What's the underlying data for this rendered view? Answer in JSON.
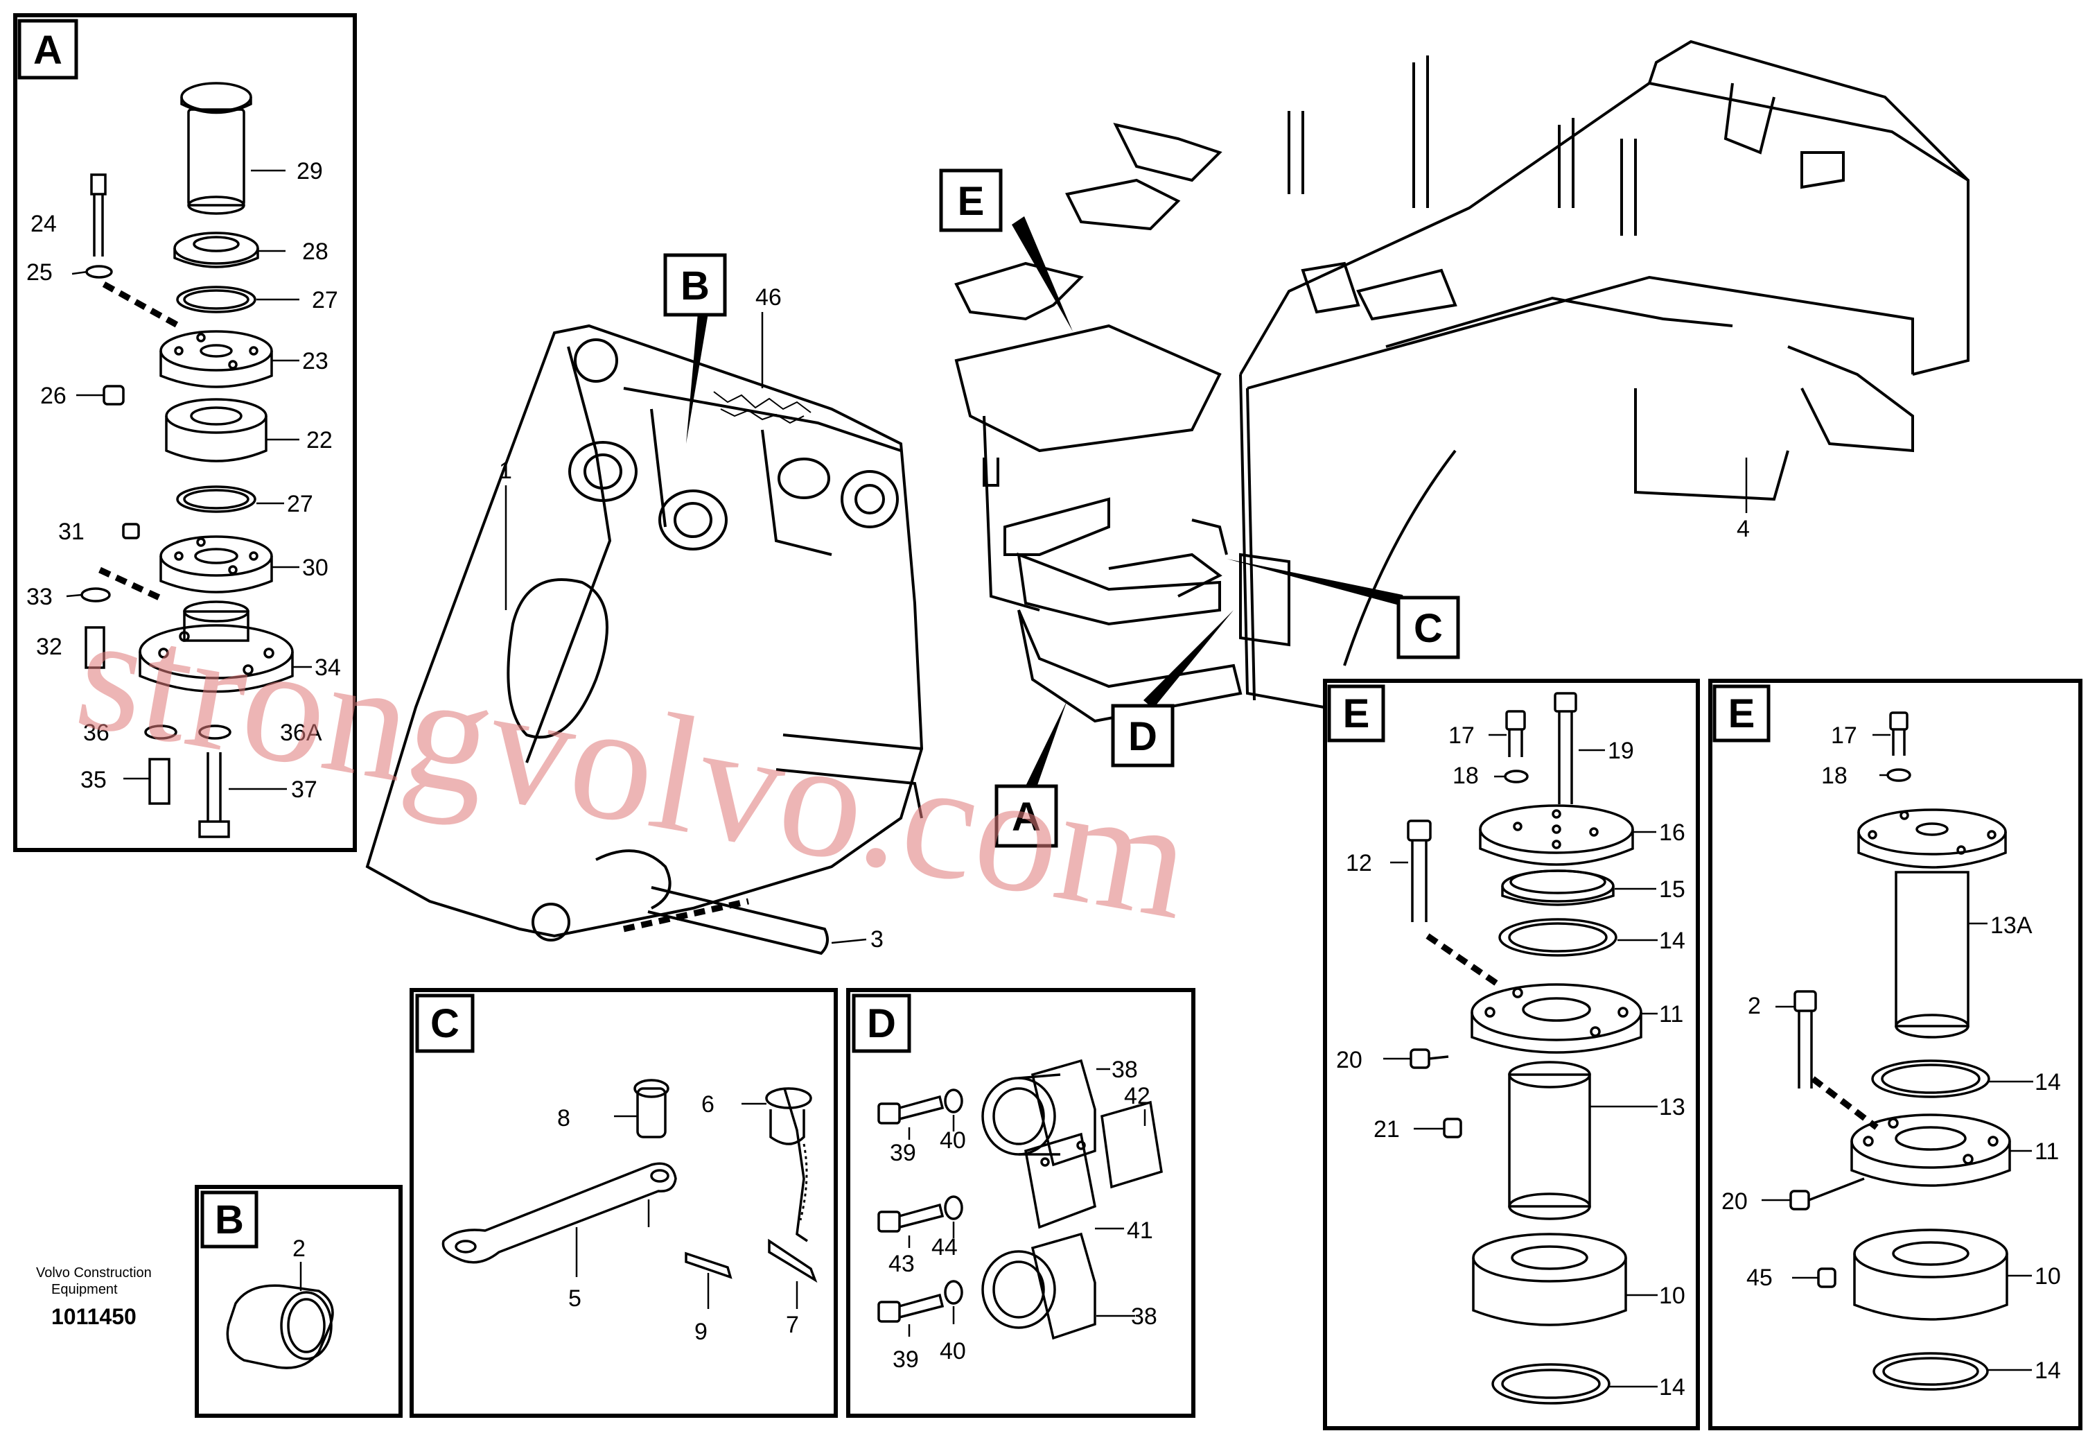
{
  "watermark": "strongvolvo.com",
  "maker": {
    "line1": "Volvo Construction",
    "line2": "Equipment",
    "drawing_no": "1011450"
  },
  "panels": {
    "A": {
      "letter": "A",
      "labels": [
        "29",
        "24",
        "28",
        "25",
        "27",
        "23",
        "26",
        "22",
        "27",
        "31",
        "30",
        "33",
        "32",
        "34",
        "36",
        "36A",
        "35",
        "37"
      ]
    },
    "B": {
      "letter": "B",
      "labels": [
        "2"
      ]
    },
    "C": {
      "letter": "C",
      "labels": [
        "8",
        "6",
        "5",
        "9",
        "7"
      ]
    },
    "D": {
      "letter": "D",
      "labels": [
        "38",
        "39",
        "40",
        "42",
        "41",
        "43",
        "44",
        "38",
        "39",
        "40"
      ]
    },
    "E1": {
      "letter": "E",
      "labels": [
        "17",
        "19",
        "18",
        "16",
        "12",
        "15",
        "14",
        "11",
        "20",
        "13",
        "21",
        "10",
        "14"
      ]
    },
    "E2": {
      "letter": "E",
      "labels": [
        "17",
        "18",
        "13A",
        "2",
        "14",
        "11",
        "20",
        "45",
        "10",
        "14"
      ]
    }
  },
  "main": {
    "callouts": {
      "B": "B",
      "E": "E",
      "C": "C",
      "D": "D",
      "A": "A"
    },
    "labels": {
      "p46": "46",
      "p1": "1",
      "p4": "4",
      "p3": "3"
    }
  }
}
